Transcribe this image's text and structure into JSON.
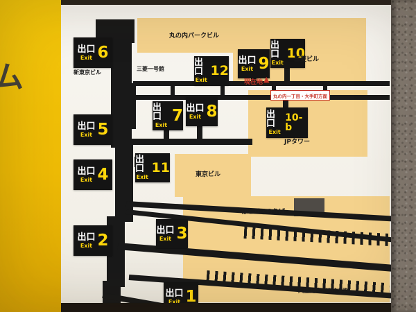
{
  "scene": {
    "side_text": "ム",
    "colors": {
      "border_yellow": "#f2c408",
      "panel_white": "#f6f4ef",
      "building_tan": "#f4d28c",
      "road_black": "#191919",
      "exit_sign_black": "#141414",
      "exit_yellow": "#ffd60a",
      "marker_red": "#c63327",
      "wall_gray": "#857c73"
    }
  },
  "exits": [
    {
      "jp": "出口",
      "en": "Exit",
      "num": "6"
    },
    {
      "jp": "出口",
      "en": "Exit",
      "num": "12"
    },
    {
      "jp": "出口",
      "en": "Exit",
      "num": "9"
    },
    {
      "jp": "出口",
      "en": "Exit",
      "num": "10"
    },
    {
      "jp": "出口",
      "en": "Exit",
      "num": "5"
    },
    {
      "jp": "出口",
      "en": "Exit",
      "num": "7"
    },
    {
      "jp": "出口",
      "en": "Exit",
      "num": "8"
    },
    {
      "jp": "出口",
      "en": "Exit",
      "num": "10-b"
    },
    {
      "jp": "出口",
      "en": "Exit",
      "num": "4"
    },
    {
      "jp": "出口",
      "en": "Exit",
      "num": "11"
    },
    {
      "jp": "出口",
      "en": "Exit",
      "num": "2"
    },
    {
      "jp": "出口",
      "en": "Exit",
      "num": "3"
    },
    {
      "jp": "出口",
      "en": "Exit",
      "num": "1"
    }
  ],
  "buildings": {
    "park": "丸の内パークビル",
    "mitsubishi": "三菱ビル",
    "shintokyo": "新東京ビル",
    "ichigokan": "三菱一号館",
    "jptower": "JPタワー",
    "tokyo": "東京ビル",
    "hatobus": "はとバスのりば",
    "yaesu": "八重洲地下連結通路"
  },
  "markers": {
    "current": "現在地",
    "triangle": "▲",
    "direction": "丸の内一丁目・大手町方面"
  }
}
